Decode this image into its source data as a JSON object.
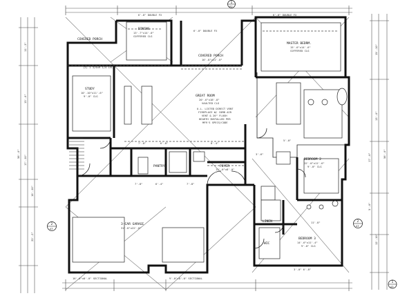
{
  "rooms": {
    "covered_porch_front": {
      "name": "COVERED PORCH"
    },
    "dining": {
      "name": "DINING",
      "size": "13'-7\"x14'-0\"",
      "ceiling": "COFFERED CLG"
    },
    "covered_porch_rear": {
      "name": "COVERED PORCH",
      "size": "16'-8\"x11'-0\""
    },
    "master": {
      "name": "MASTER BEDRM.",
      "size": "15'-6\"x14'-6\"",
      "ceiling": "COFFERED CLG"
    },
    "study": {
      "name": "STUDY",
      "size": "10'-10\"x11'-6\"",
      "ceiling": "9'-0\" CLG"
    },
    "great_room": {
      "name": "GREAT ROOM",
      "size": "20'-6\"x18'-8\"",
      "ceiling": "VAULTED CLG"
    },
    "bedroom2": {
      "name": "BEDROOM 2",
      "size": "12'-0\"x11'-6\"",
      "ceiling": "9'-0\" CLG"
    },
    "garage": {
      "name": "3-CAR GARAGE",
      "size": "31'-8\"x22'-8\""
    },
    "bedroom3": {
      "name": "BEDROOM 3",
      "size": "14'-6\"x11'-4\"",
      "ceiling": "9'-0\" CLG"
    },
    "pantry": {
      "name": "PANTRY"
    },
    "foyer": {
      "name": "FOYER",
      "size": "11'-0\"x8'-0\""
    },
    "wic": {
      "name": "WIC"
    },
    "linen": {
      "name": "LINEN"
    }
  },
  "notes": {
    "fireplace_l1": "U.L. LISTED DIRECT VENT",
    "fireplace_l2": "FIREPLACE W/ COMB AIR",
    "fireplace_l3": "VENT & 20\" FLUSH",
    "fireplace_l4": "HEARTH INSTALLED PER",
    "fireplace_l5": "MFR'S SPECS/CODE"
  },
  "section_markers": [
    {
      "num": "1",
      "sheet": "A3"
    },
    {
      "num": "2",
      "sheet": "A3"
    },
    {
      "num": "2",
      "sheet": "A3"
    },
    {
      "num": "1",
      "sheet": "A3"
    }
  ],
  "dimensions": {
    "top1": "6'-0\" DOUBLE FX",
    "top2": "6'-0\" DOUBLE FX",
    "top3": "6'-0\" DOUBLE FX",
    "beam_rear": "(2) 1 3/4x9 1/4 LVL",
    "bottom1": "16'-0\"x8'-0\" SECTIONAL",
    "bottom2": "9'-0\"x8'-0\" SECTIONAL",
    "bottom3": "3'-0\" 6'-8\"",
    "left_total": "56'-0\"",
    "left_a": "11'-3\"",
    "left_b": "13'-0\"",
    "left_c": "17'-10\"",
    "left_d": "22'-2\"",
    "left_e": "10'-10\"",
    "right_total": "56'-0\"",
    "right_a": "15'-10\"",
    "right_b": "13'-0\"",
    "right_c": "17'-0\"",
    "right_d": "12'-10\"",
    "right_e": "5'-0\"",
    "int1": "7'-8\"",
    "int2": "6'-4\"",
    "int3": "7'-8\"",
    "int4": "11'-8\"",
    "int5": "7'-0\"",
    "int6": "6'-8\"",
    "int7": "8'-4\"",
    "int8": "5'-0\"",
    "int9": "3'-6\""
  }
}
